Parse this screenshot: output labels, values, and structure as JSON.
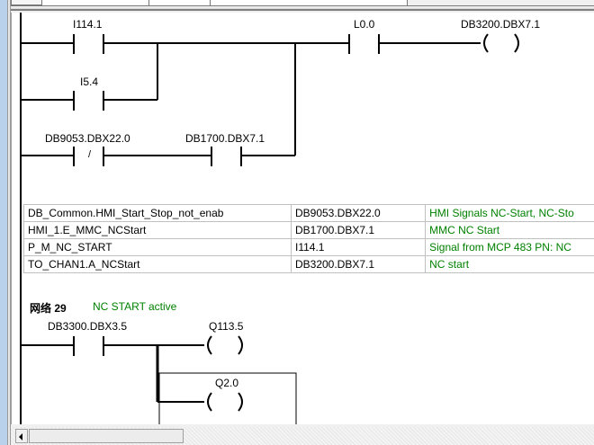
{
  "network28": {
    "contacts": {
      "i114_1": "I114.1",
      "i5_4": "I5.4",
      "l0_0": "L0.0",
      "db9053": "DB9053.DBX22.0",
      "db1700": "DB1700.DBX7.1"
    },
    "negated_symbol": "/",
    "coil": "DB3200.DBX7.1",
    "symbol_table": [
      {
        "symbol": "DB_Common.HMI_Start_Stop_not_enab",
        "address": "DB9053.DBX22.0",
        "comment": "HMI Signals NC-Start, NC-Sto"
      },
      {
        "symbol": "HMI_1.E_MMC_NCStart",
        "address": "DB1700.DBX7.1",
        "comment": "MMC NC Start"
      },
      {
        "symbol": "P_M_NC_START",
        "address": "I114.1",
        "comment": "Signal from MCP 483 PN: NC"
      },
      {
        "symbol": "TO_CHAN1.A_NCStart",
        "address": "DB3200.DBX7.1",
        "comment": "NC start"
      }
    ]
  },
  "network29": {
    "title": "网络 29",
    "comment": "NC START active",
    "contact": "DB3300.DBX3.5",
    "coils": {
      "q113_5": "Q113.5",
      "q2_0": "Q2.0"
    }
  },
  "colors": {
    "comment": "#008000",
    "rung": "#000000"
  }
}
